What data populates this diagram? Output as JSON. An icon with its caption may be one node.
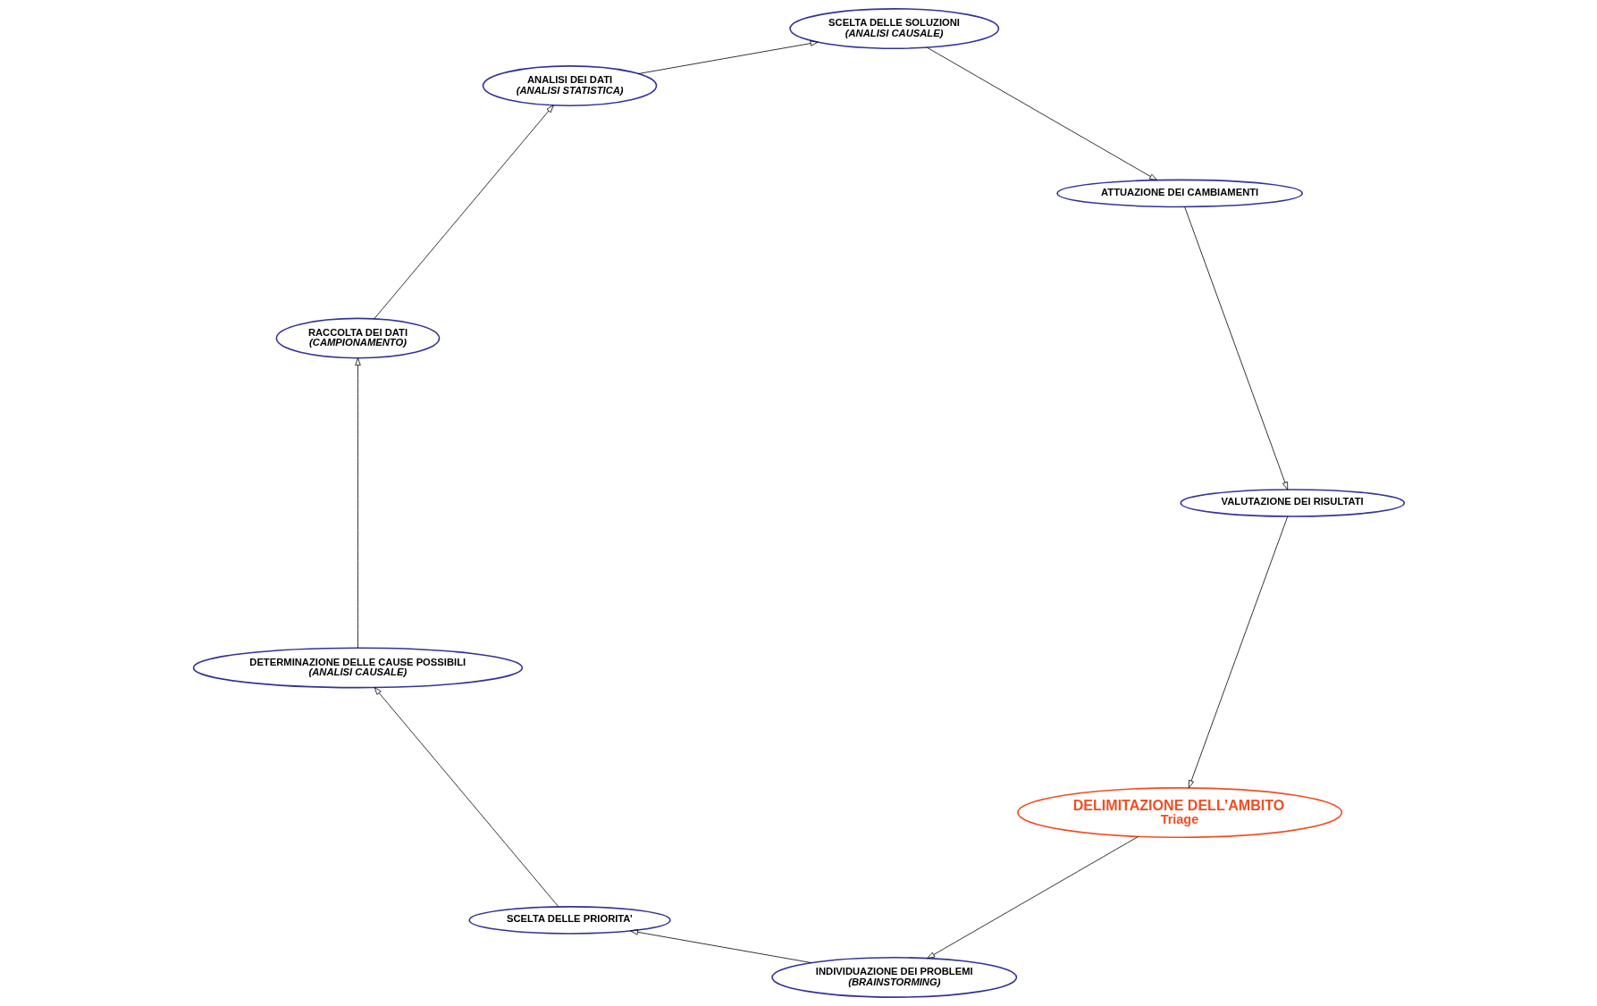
{
  "diagram": {
    "nodes": [
      {
        "text": [
          "DELIMITAZIONE DELL’AMBITO",
          "Triage"
        ]
      },
      {
        "text": [
          "INDIVIDUAZIONE DEI PROBLEMI",
          "(BRAINSTORMING)"
        ]
      },
      {
        "text": [
          "SCELTA DELLE PRIORITA’"
        ]
      },
      {
        "text": [
          "DETERMINAZIONE DELLE CAUSE POSSIBILI",
          "(ANALISI CAUSALE)"
        ]
      },
      {
        "text": [
          "RACCOLTA DEI DATI",
          "(CAMPIONAMENTO)"
        ]
      },
      {
        "text": [
          "ANALISI DEI DATI",
          "(ANALISI STATISTICA)"
        ]
      },
      {
        "text": [
          "SCELTA DELLE SOLUZIONI",
          "(ANALISI CAUSALE)"
        ]
      },
      {
        "text": [
          "ATTUAZIONE DEI CAMBIAMENTI"
        ]
      },
      {
        "text": [
          "VALUTAZIONE DEI RISULTATI"
        ]
      }
    ],
    "edges": [
      {
        "from": 0,
        "to": 1,
        "arrow": "to"
      },
      {
        "from": 1,
        "to": 2,
        "arrow": "to"
      },
      {
        "from": 2,
        "to": 3,
        "arrow": "to"
      },
      {
        "from": 3,
        "to": 4,
        "arrow": "to"
      },
      {
        "from": 4,
        "to": 5,
        "arrow": "to"
      },
      {
        "from": 5,
        "to": 6,
        "arrow": "to"
      },
      {
        "from": 6,
        "to": 7,
        "arrow": "to"
      },
      {
        "from": 7,
        "to": 8,
        "arrow": "to"
      },
      {
        "from": 8,
        "to": 0,
        "arrow": "to"
      }
    ]
  }
}
